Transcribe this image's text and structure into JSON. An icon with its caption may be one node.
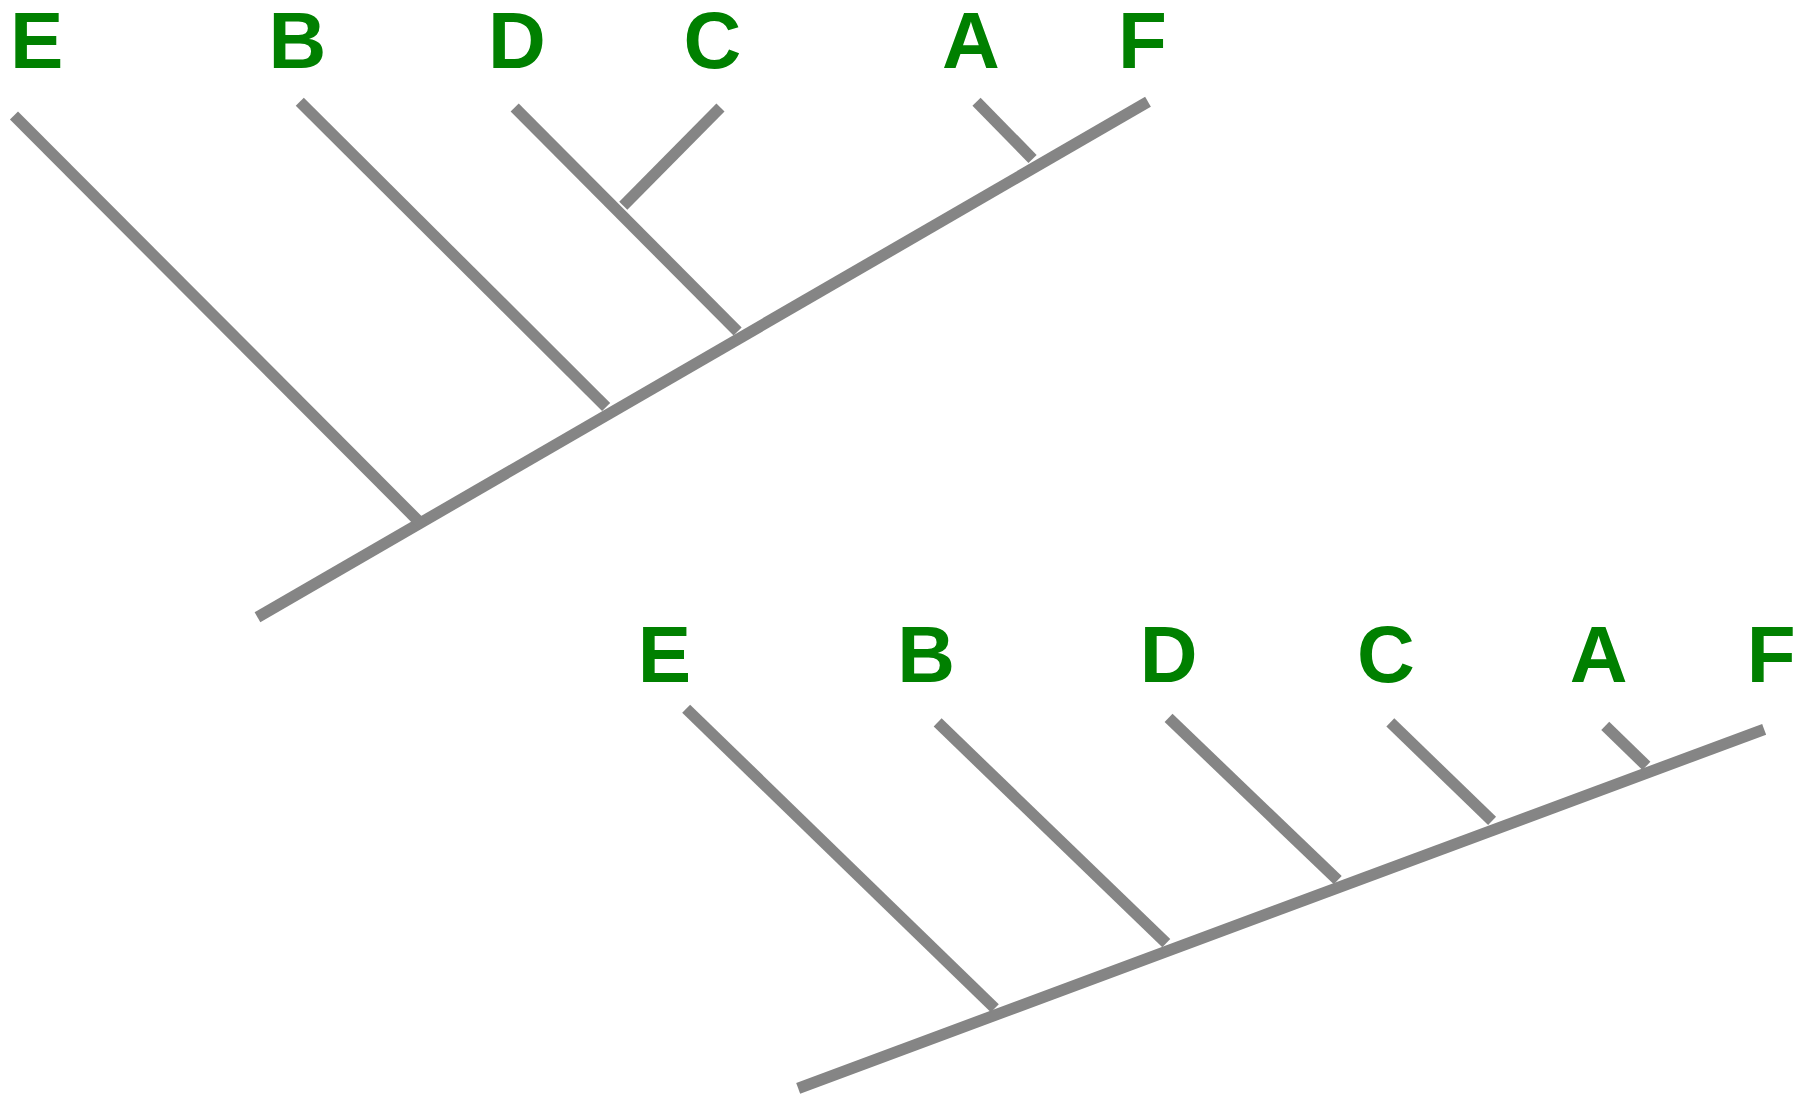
{
  "diagram": {
    "labels": [
      "E",
      "B",
      "D",
      "C",
      "A",
      "F",
      "E",
      "B",
      "D",
      "C",
      "A",
      "F"
    ]
  }
}
